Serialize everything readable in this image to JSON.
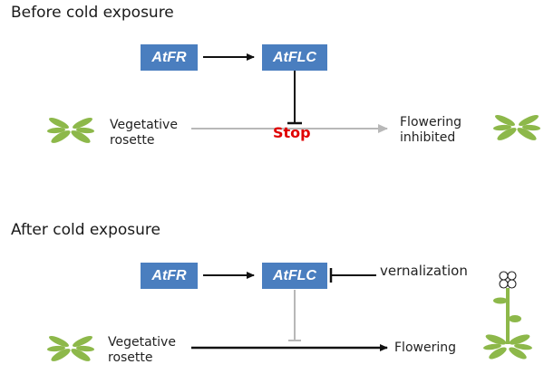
{
  "before": {
    "title": "Before cold exposure",
    "gene_a": "AtFR",
    "gene_b": "AtFLC",
    "left_label_line1": "Vegetative",
    "left_label_line2": "rosette",
    "right_label_line1": "Flowering",
    "right_label_line2": "inhibited",
    "stop_label": "Stop"
  },
  "after": {
    "title": "After cold exposure",
    "gene_a": "AtFR",
    "gene_b": "AtFLC",
    "inhibitor_label": "vernalization",
    "left_label_line1": "Vegetative",
    "left_label_line2": "rosette",
    "right_label": "Flowering"
  },
  "colors": {
    "gene_box": "#4a7ebf",
    "leaf_green": "#8db84a",
    "stop_red": "#e00000",
    "inactive_gray": "#b8b8b8"
  }
}
